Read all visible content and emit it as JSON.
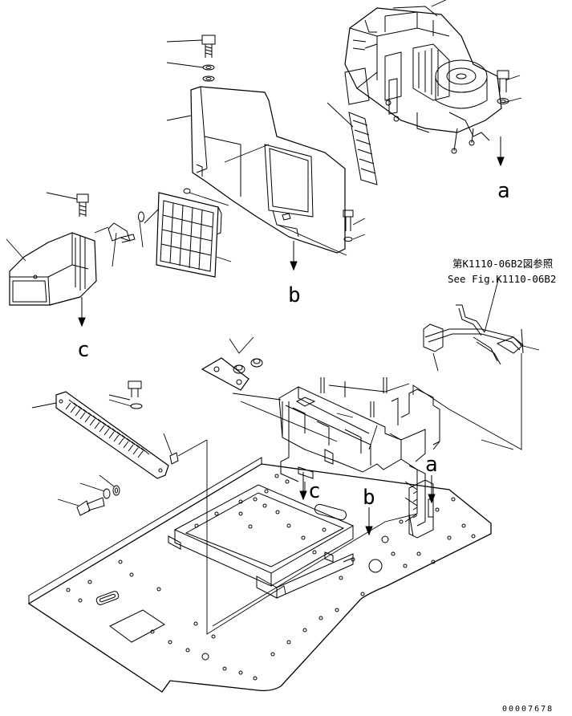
{
  "labels": {
    "a_top": "a",
    "b_top": "b",
    "c_left": "c",
    "a_bottom": "a",
    "b_bottom": "b",
    "c_bottom": "c"
  },
  "reference": {
    "line_jp": "第K1110-06B2図参照",
    "line_en": "See Fig.K1110-06B2"
  },
  "document_number": "00007678"
}
